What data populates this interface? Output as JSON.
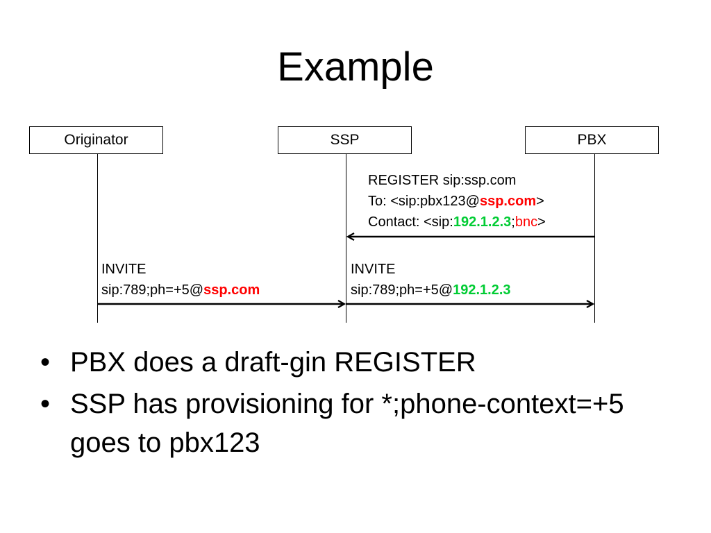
{
  "title": "Example",
  "entities": {
    "originator": "Originator",
    "ssp": "SSP",
    "pbx": "PBX"
  },
  "register_msg": {
    "line1": "REGISTER sip:ssp.com",
    "to_prefix": "To: <sip:pbx123@",
    "to_domain": "ssp.com",
    "to_suffix": ">",
    "contact_prefix": "Contact: <sip:",
    "contact_ip": "192.1.2.3",
    "contact_sep": ";",
    "contact_param": "bnc",
    "contact_suffix": ">"
  },
  "invite_to_ssp": {
    "line1": "INVITE",
    "uri_prefix": "sip:789;ph=+5@",
    "uri_host": "ssp.com"
  },
  "invite_to_pbx": {
    "line1": "INVITE",
    "uri_prefix": "sip:789;ph=+5@",
    "uri_host": "192.1.2.3"
  },
  "bullets": [
    "PBX does a draft-gin REGISTER",
    "SSP has provisioning for *;phone-context=+5 goes to pbx123"
  ],
  "bullet_symbol": "•",
  "colors": {
    "highlight_red": "#ff0000",
    "highlight_green": "#00cc33"
  }
}
